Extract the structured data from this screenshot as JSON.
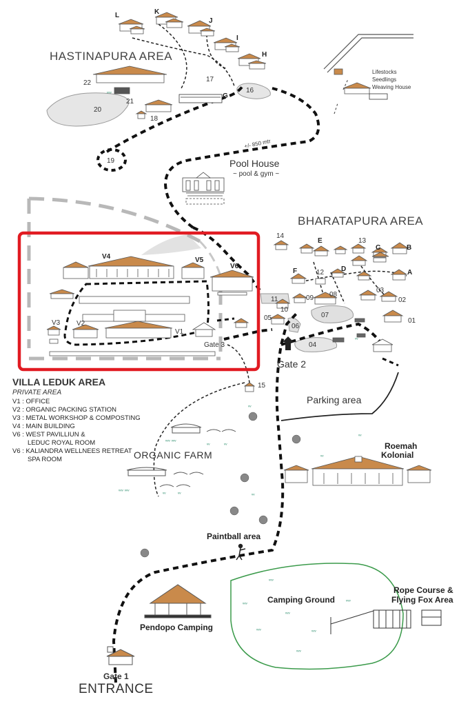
{
  "areas": {
    "hastinapura": "HASTINAPURA AREA",
    "bharatapura": "BHARATAPURA AREA",
    "villa_leduk": "VILLA LEDUK AREA",
    "private": "PRIVATE AREA"
  },
  "pool_house": {
    "title": "Pool House",
    "sub": "~ pool & gym ~"
  },
  "distance": "+/- 850 mtr",
  "farm_note": [
    "Lifestocks",
    "Seedlings",
    "Weaving House"
  ],
  "hastinapura_labels": [
    "L",
    "K",
    "J",
    "I",
    "H",
    "G",
    "22",
    "21",
    "20",
    "18",
    "17",
    "16",
    "19"
  ],
  "villa_labels": [
    "V4",
    "V5",
    "V6",
    "V3",
    "V2",
    "V1"
  ],
  "bharatapura_labels": [
    "14",
    "E",
    "13",
    "C",
    "B",
    "A",
    "F",
    "D",
    "12",
    "09",
    "08",
    "11",
    "10",
    "07",
    "03",
    "02",
    "01",
    "05",
    "06",
    "04",
    "15"
  ],
  "gates": {
    "gate3": "Gate 3",
    "gate2": "Gate 2",
    "gate1": "Gate 1",
    "entrance": "ENTRANCE"
  },
  "legend": [
    "V1 : OFFICE",
    "V2 : ORGANIC PACKING STATION",
    "V3 : METAL WORKSHOP & COMPOSTING",
    "V4 : MAIN BUILDING",
    "V6 : WEST PAVILLIUN &",
    "LEDUC ROYAL ROOM",
    "V6 : KALIANDRA WELLNEES RETREAT",
    "SPA ROOM"
  ],
  "places": {
    "parking": "Parking area",
    "organic_farm": "ORGANIC FARM",
    "roemah_1": "Roemah",
    "roemah_2": "Kolonial",
    "paintball": "Paintball area",
    "camping_ground": "Camping Ground",
    "rope_1": "Rope Course &",
    "rope_2": "Flying Fox Area",
    "pendopo": "Pendopo Camping"
  },
  "colors": {
    "roof": "#c98a4b",
    "highlight": "#e11b22",
    "path": "#111111",
    "grey_area": "#dcdcdc",
    "camping_outline": "#3a9a4a",
    "grass": "#2f8f6f"
  }
}
